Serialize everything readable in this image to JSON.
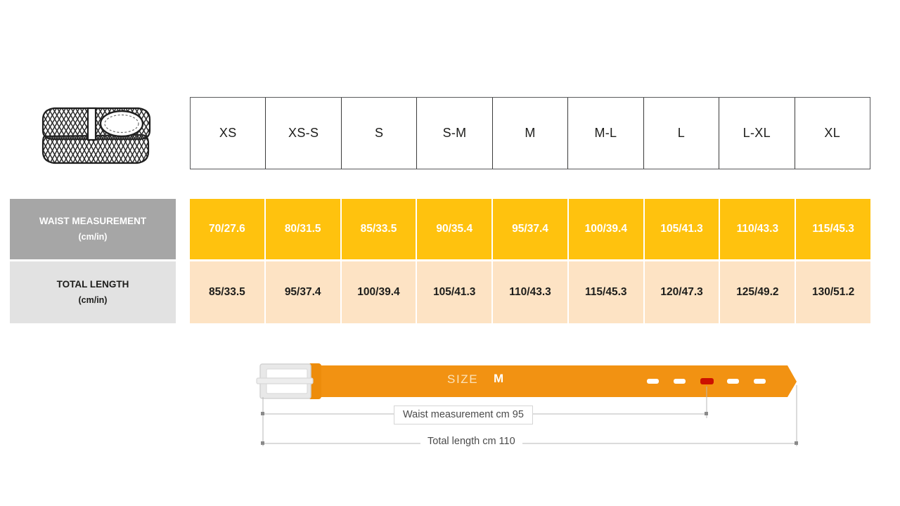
{
  "product_icon": {
    "name": "braided-belt-illustration"
  },
  "size_table": {
    "headers": [
      "XS",
      "XS-S",
      "S",
      "S-M",
      "M",
      "M-L",
      "L",
      "L-XL",
      "XL"
    ],
    "rows": [
      {
        "label": "WAIST MEASUREMENT",
        "unit": "(cm/in)",
        "values": [
          "70/27.6",
          "80/31.5",
          "85/33.5",
          "90/35.4",
          "95/37.4",
          "100/39.4",
          "105/41.3",
          "110/43.3",
          "115/45.3"
        ],
        "bg_color": "#ffc20e",
        "label_bg_color": "#a6a6a6"
      },
      {
        "label": "TOTAL LENGTH",
        "unit": "(cm/in)",
        "values": [
          "85/33.5",
          "95/37.4",
          "100/39.4",
          "105/41.3",
          "110/43.3",
          "115/45.3",
          "120/47.3",
          "125/49.2",
          "130/51.2"
        ],
        "bg_color": "#fde3c4",
        "label_bg_color": "#e2e2e2"
      }
    ]
  },
  "belt_diagram": {
    "size_label": "SIZE",
    "size_value": "M",
    "waist_callout": "Waist measurement cm 95",
    "length_callout": "Total length cm 110",
    "belt_color": "#f29212",
    "buckle_color": "#e8e8e8",
    "highlight_hole_color": "#cc1100",
    "holes_total": 5,
    "highlighted_hole_index": 3
  },
  "colors": {
    "accent_amber": "#ffc20e",
    "accent_peach": "#fde3c4",
    "label_gray": "#a6a6a6",
    "label_light_gray": "#e2e2e2",
    "belt_orange": "#f29212"
  }
}
